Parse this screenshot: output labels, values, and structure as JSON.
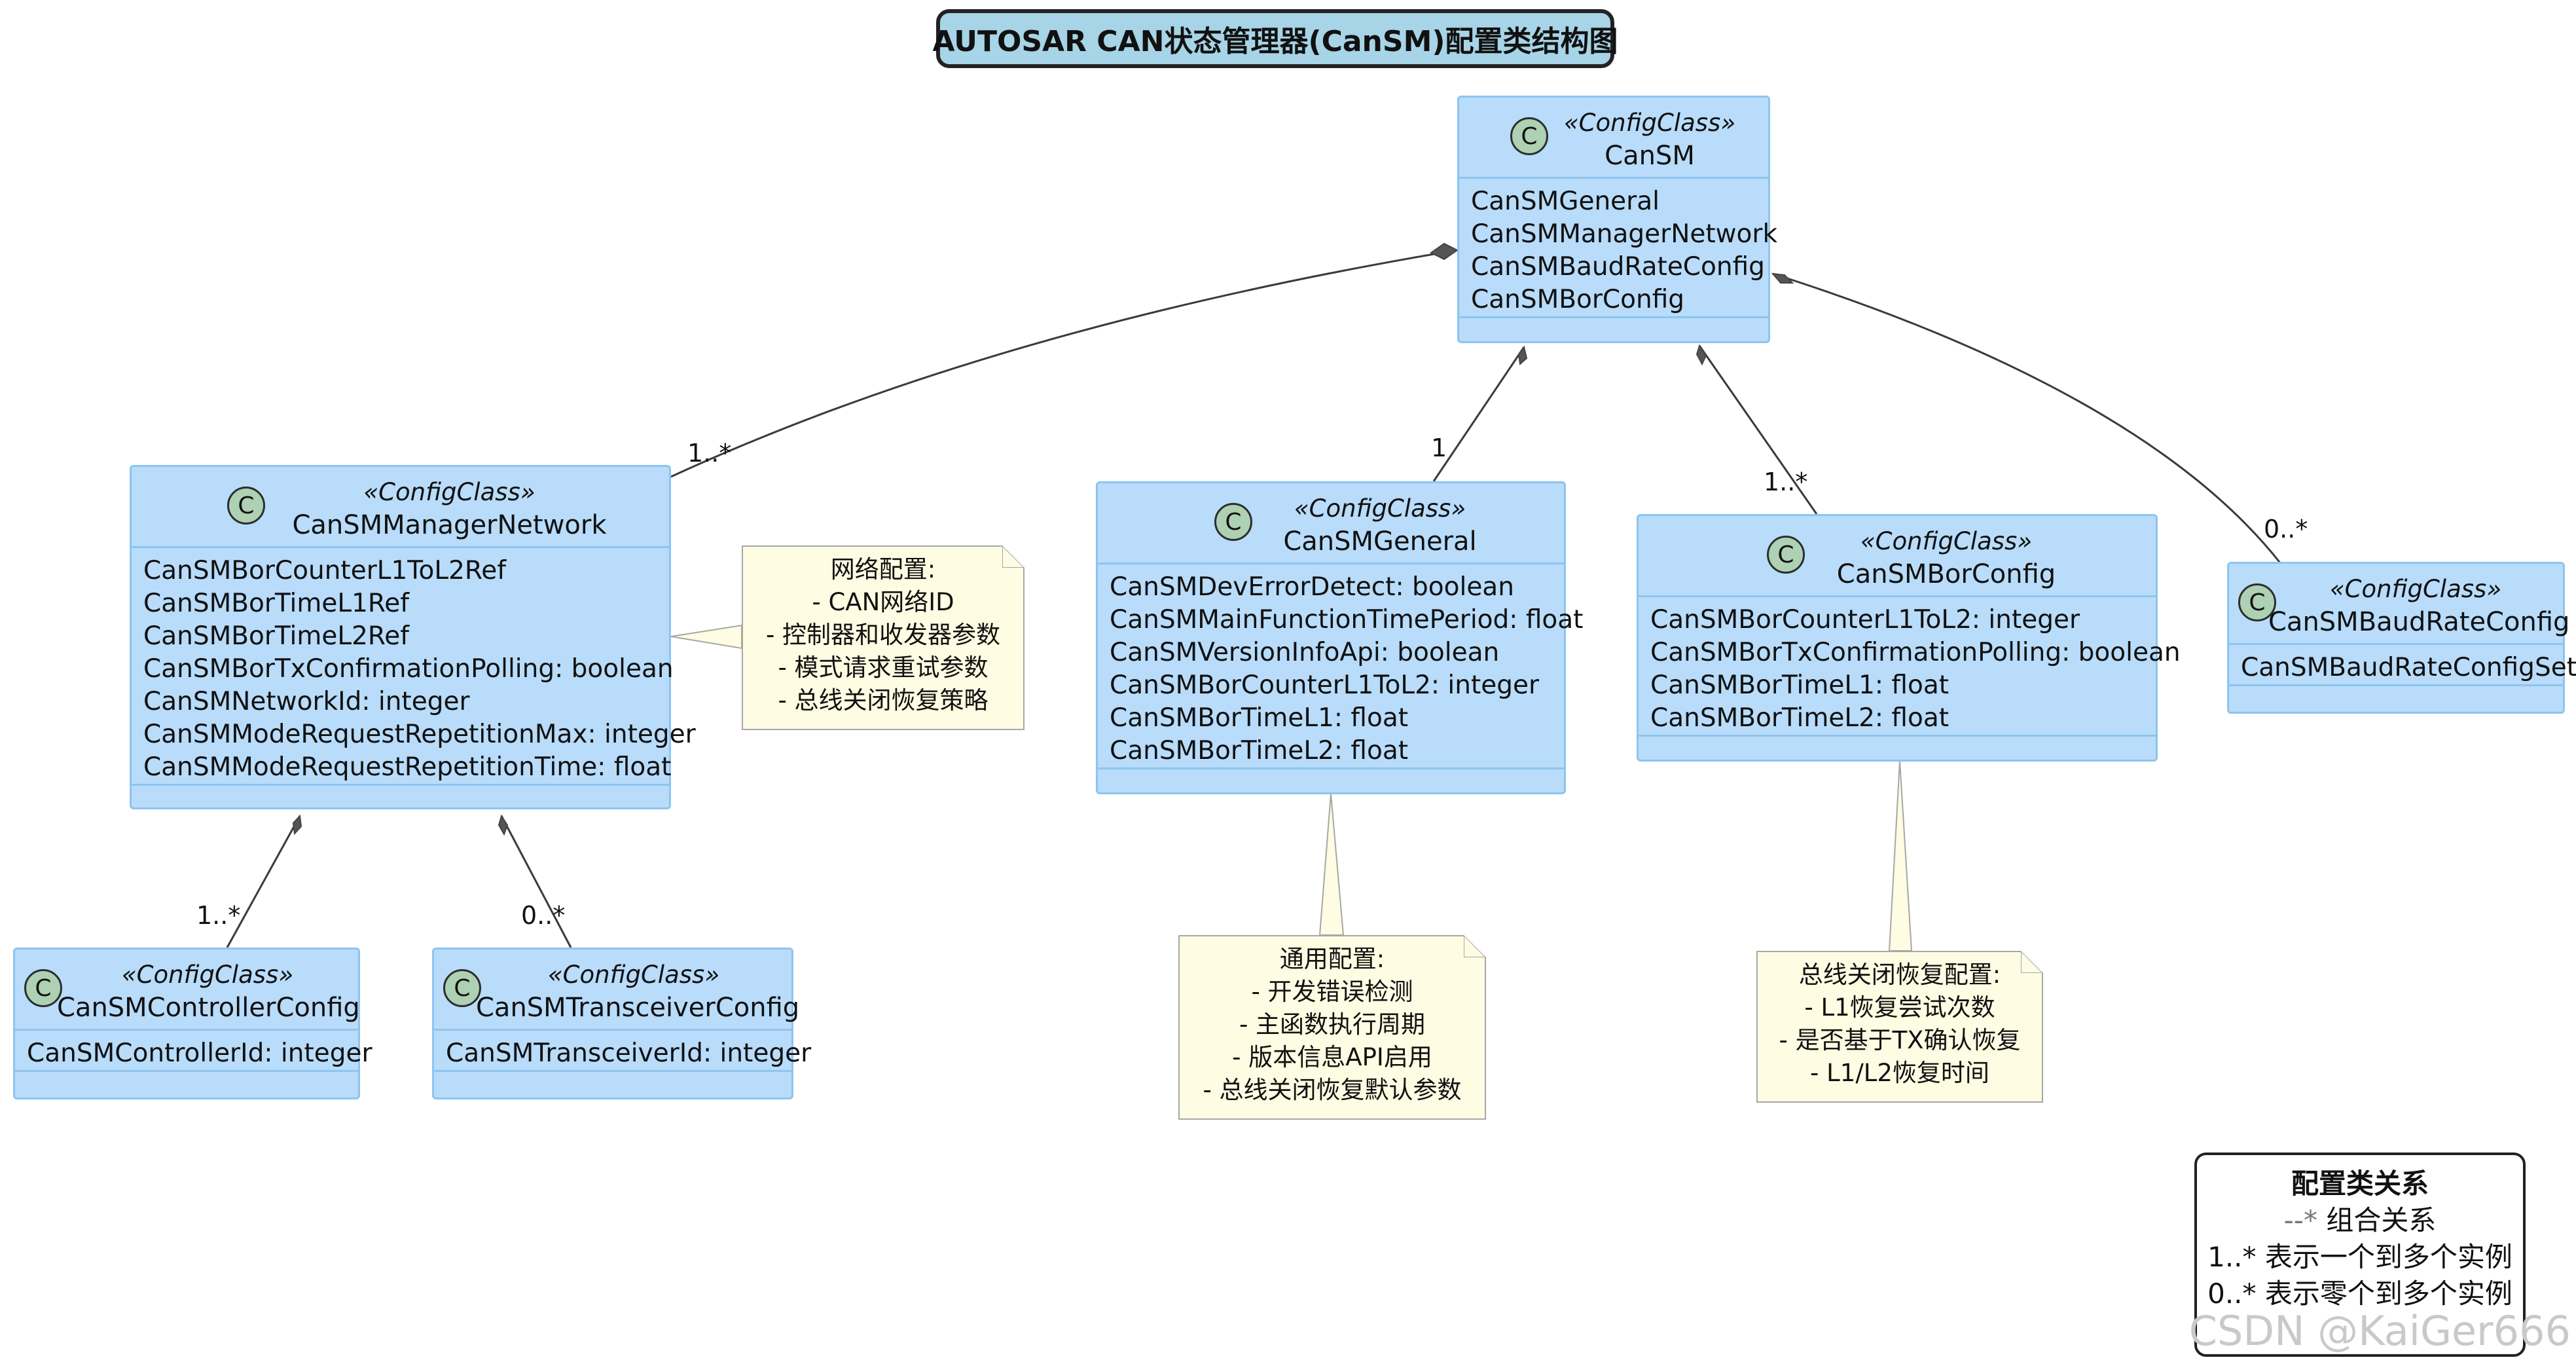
{
  "title": "AUTOSAR CAN状态管理器(CanSM)配置类结构图",
  "colors": {
    "class_fill": "#b8dcfa",
    "class_border": "#8ec4ef",
    "note_fill": "#fefce2",
    "badge_fill": "#add1b2",
    "title_fill": "#a7d4e6"
  },
  "classes": {
    "cansm": {
      "badge": "C",
      "stereotype": "«ConfigClass»",
      "name": "CanSM",
      "attributes": [
        "CanSMGeneral",
        "CanSMManagerNetwork",
        "CanSMBaudRateConfig",
        "CanSMBorConfig"
      ]
    },
    "manager_network": {
      "badge": "C",
      "stereotype": "«ConfigClass»",
      "name": "CanSMManagerNetwork",
      "attributes": [
        "CanSMBorCounterL1ToL2Ref",
        "CanSMBorTimeL1Ref",
        "CanSMBorTimeL2Ref",
        "CanSMBorTxConfirmationPolling: boolean",
        "CanSMNetworkId: integer",
        "CanSMModeRequestRepetitionMax: integer",
        "CanSMModeRequestRepetitionTime: float"
      ]
    },
    "general": {
      "badge": "C",
      "stereotype": "«ConfigClass»",
      "name": "CanSMGeneral",
      "attributes": [
        "CanSMDevErrorDetect: boolean",
        "CanSMMainFunctionTimePeriod: float",
        "CanSMVersionInfoApi: boolean",
        "CanSMBorCounterL1ToL2: integer",
        "CanSMBorTimeL1: float",
        "CanSMBorTimeL2: float"
      ]
    },
    "bor_config": {
      "badge": "C",
      "stereotype": "«ConfigClass»",
      "name": "CanSMBorConfig",
      "attributes": [
        "CanSMBorCounterL1ToL2: integer",
        "CanSMBorTxConfirmationPolling: boolean",
        "CanSMBorTimeL1: float",
        "CanSMBorTimeL2: float"
      ]
    },
    "baudrate_config": {
      "badge": "C",
      "stereotype": "«ConfigClass»",
      "name": "CanSMBaudRateConfig",
      "attributes": [
        "CanSMBaudRateConfigSet"
      ]
    },
    "controller_config": {
      "badge": "C",
      "stereotype": "«ConfigClass»",
      "name": "CanSMControllerConfig",
      "attributes": [
        "CanSMControllerId: integer"
      ]
    },
    "transceiver_config": {
      "badge": "C",
      "stereotype": "«ConfigClass»",
      "name": "CanSMTransceiverConfig",
      "attributes": [
        "CanSMTransceiverId: integer"
      ]
    }
  },
  "notes": {
    "network": [
      "网络配置:",
      "- CAN网络ID",
      "- 控制器和收发器参数",
      "- 模式请求重试参数",
      "- 总线关闭恢复策略"
    ],
    "general": [
      "通用配置:",
      "- 开发错误检测",
      "- 主函数执行周期",
      "- 版本信息API启用",
      "- 总线关闭恢复默认参数"
    ],
    "bor": [
      "总线关闭恢复配置:",
      "- L1恢复尝试次数",
      "- 是否基于TX确认恢复",
      "- L1/L2恢复时间"
    ]
  },
  "multiplicities": {
    "manager_network": "1..*",
    "general": "1",
    "bor_config": "1..*",
    "baudrate_config": "0..*",
    "controller_config": "1..*",
    "transceiver_config": "0..*"
  },
  "legend": {
    "title": "配置类关系",
    "composition_symbol": "--*",
    "composition_text": "组合关系",
    "line2": "1..* 表示一个到多个实例",
    "line3": "0..* 表示零个到多个实例"
  },
  "watermark": "CSDN @KaiGer666"
}
